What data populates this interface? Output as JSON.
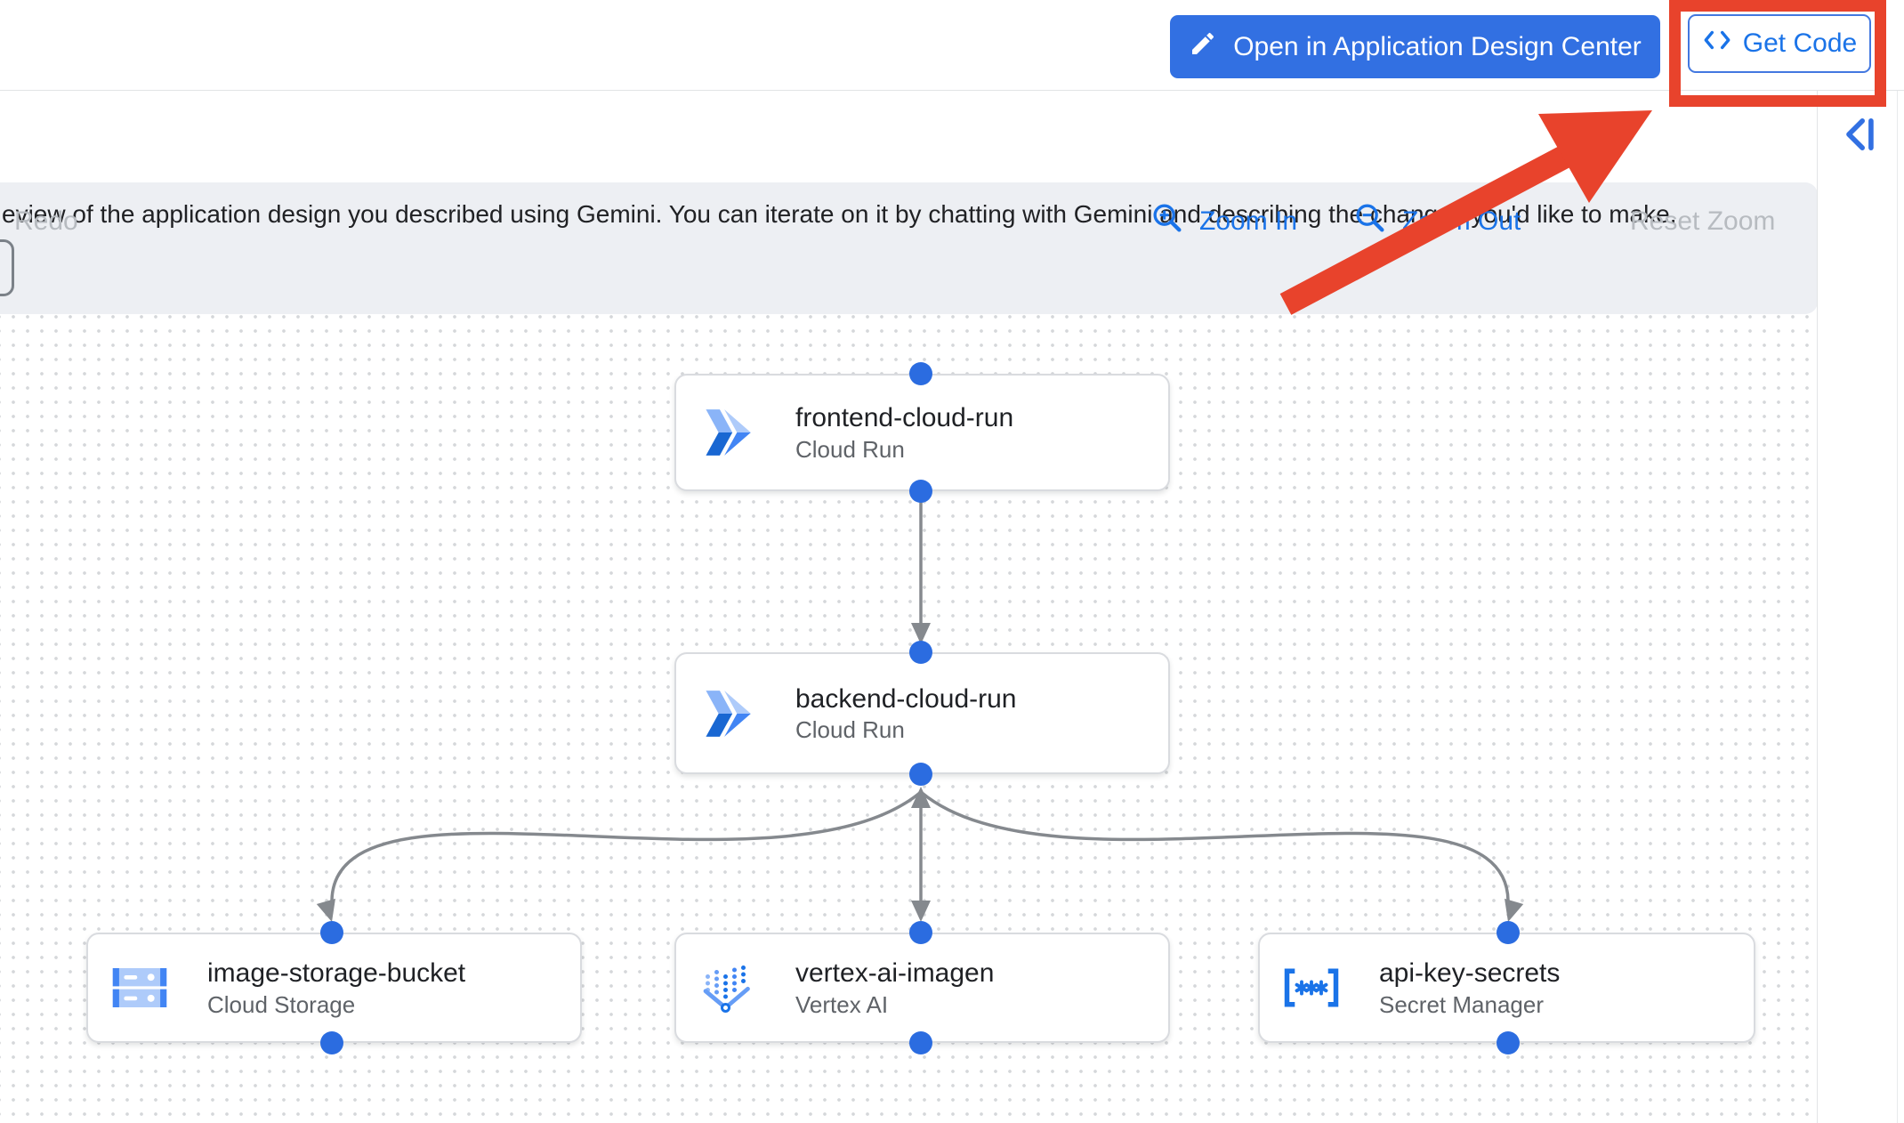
{
  "header": {
    "open_in_adc_label": "Open in Application Design Center",
    "get_code_label": "Get Code"
  },
  "toolbar": {
    "redo_label": "Redo",
    "zoom_in_label": "Zoom In",
    "zoom_out_label": "Zoom Out",
    "reset_zoom_label": "Reset Zoom"
  },
  "banner": {
    "message": "eview of the application design you described using Gemini. You can iterate on it by chatting with Gemini and describing the changes you'd like to make."
  },
  "diagram": {
    "nodes": [
      {
        "title": "frontend-cloud-run",
        "subtitle": "Cloud Run",
        "icon": "cloud-run-icon"
      },
      {
        "title": "backend-cloud-run",
        "subtitle": "Cloud Run",
        "icon": "cloud-run-icon"
      },
      {
        "title": "image-storage-bucket",
        "subtitle": "Cloud Storage",
        "icon": "cloud-storage-icon"
      },
      {
        "title": "vertex-ai-imagen",
        "subtitle": "Vertex AI",
        "icon": "vertex-ai-icon"
      },
      {
        "title": "api-key-secrets",
        "subtitle": "Secret Manager",
        "icon": "secret-manager-icon"
      }
    ],
    "edges": [
      {
        "from": "frontend-cloud-run",
        "to": "backend-cloud-run"
      },
      {
        "from": "backend-cloud-run",
        "to": "image-storage-bucket"
      },
      {
        "from": "backend-cloud-run",
        "to": "vertex-ai-imagen"
      },
      {
        "from": "backend-cloud-run",
        "to": "api-key-secrets"
      }
    ]
  },
  "annotation": {
    "type": "red box and arrow highlight",
    "points_to": "Get Code",
    "color": "#e8432c"
  },
  "colors": {
    "primary_button_blue": "#3270e2",
    "link_blue": "#1a73e8",
    "disabled_gray": "#b7bbc0",
    "edge_gray": "#85898e",
    "port_blue": "#2b6ce0",
    "banner_bg": "#edeff3"
  }
}
